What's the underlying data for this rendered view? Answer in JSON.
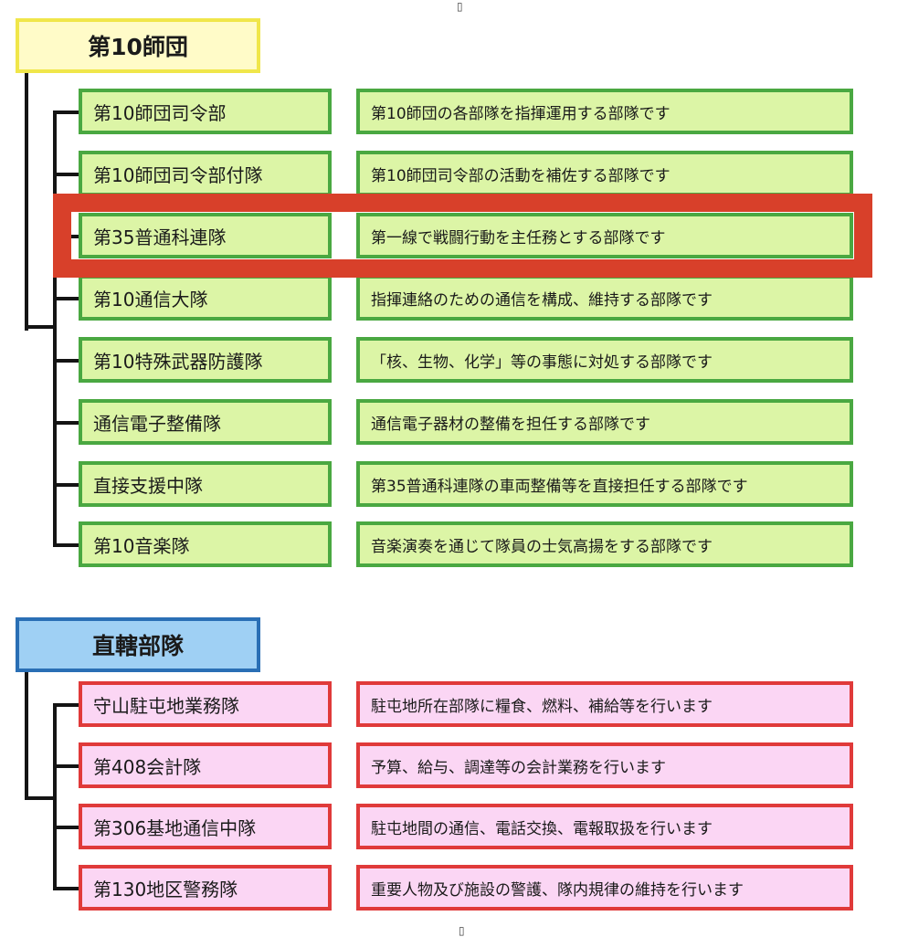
{
  "division": {
    "title": "第10師団",
    "units": [
      {
        "name": "第10師団司令部",
        "desc": "第10師団の各部隊を指揮運用する部隊です"
      },
      {
        "name": "第10師団司令部付隊",
        "desc": "第10師団司令部の活動を補佐する部隊です"
      },
      {
        "name": "第35普通科連隊",
        "desc": "第一線で戦闘行動を主任務とする部隊です"
      },
      {
        "name": "第10通信大隊",
        "desc": "指揮連絡のための通信を構成、維持する部隊です"
      },
      {
        "name": "第10特殊武器防護隊",
        "desc": "「核、生物、化学」等の事態に対処する部隊です"
      },
      {
        "name": "通信電子整備隊",
        "desc": "通信電子器材の整備を担任する部隊です"
      },
      {
        "name": "直接支援中隊",
        "desc": "第35普通科連隊の車両整備等を直接担任する部隊です"
      },
      {
        "name": "第10音楽隊",
        "desc": "音楽演奏を通じて隊員の士気高揚をする部隊です"
      }
    ]
  },
  "direct": {
    "title": "直轄部隊",
    "units": [
      {
        "name": "守山駐屯地業務隊",
        "desc": "駐屯地所在部隊に糧食、燃料、補給等を行います"
      },
      {
        "name": "第408会計隊",
        "desc": "予算、給与、調達等の会計業務を行います"
      },
      {
        "name": "第306基地通信中隊",
        "desc": "駐屯地間の通信、電話交換、電報取扱を行います"
      },
      {
        "name": "第130地区警務隊",
        "desc": "重要人物及び施設の警護、隊内規律の維持を行います"
      }
    ]
  },
  "colors": {
    "division_header_fill": "#fffbc8",
    "division_header_border": "#f0e64a",
    "direct_header_fill": "#9fd0f4",
    "direct_header_border": "#2a6fb5",
    "division_box_fill": "#dcf5a6",
    "division_box_border": "#4aa841",
    "direct_box_fill": "#fbd6f4",
    "direct_box_border": "#e03a3a",
    "highlight": "#d8402a"
  },
  "highlighted_unit": "第35普通科連隊"
}
